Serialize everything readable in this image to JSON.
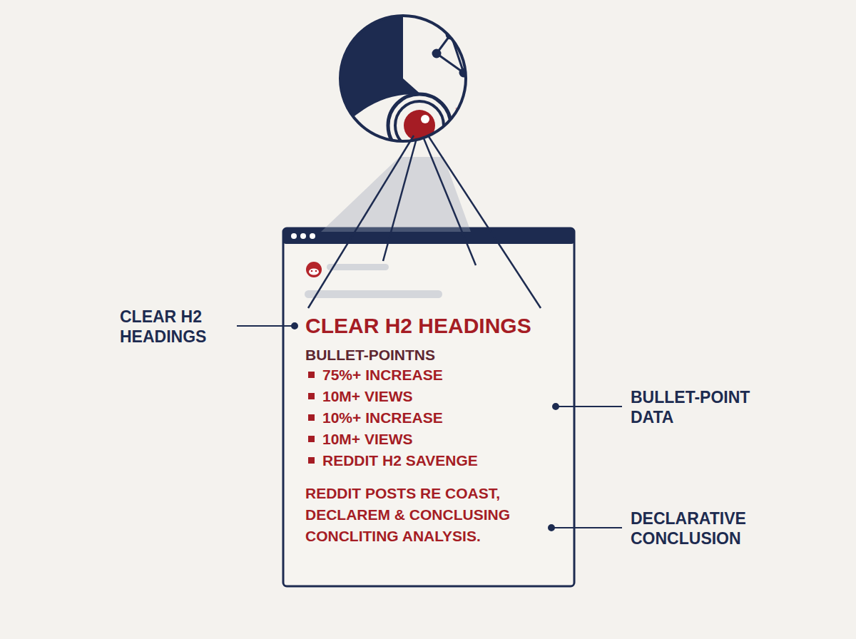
{
  "diagram": {
    "nodes": [
      {
        "text": [
          "CLEAR H2 HEADINGS",
          "BULLET-POINTNS",
          "75%+ INCREASE",
          "10M+ VIEWS",
          "10%+ INCREASE",
          "10M+ VIEWS",
          "REDDIT H2 SAVENGE",
          "REDDIT POSTS RE COAST, DECLAREM & CONCLUSING CONCLITING ANALYSIS."
        ]
      }
    ],
    "labels": [
      "CLEAR H2 HEADINGS",
      "BULLET-POINT DATA",
      "DECLARATIVE CONCLUSION"
    ]
  }
}
